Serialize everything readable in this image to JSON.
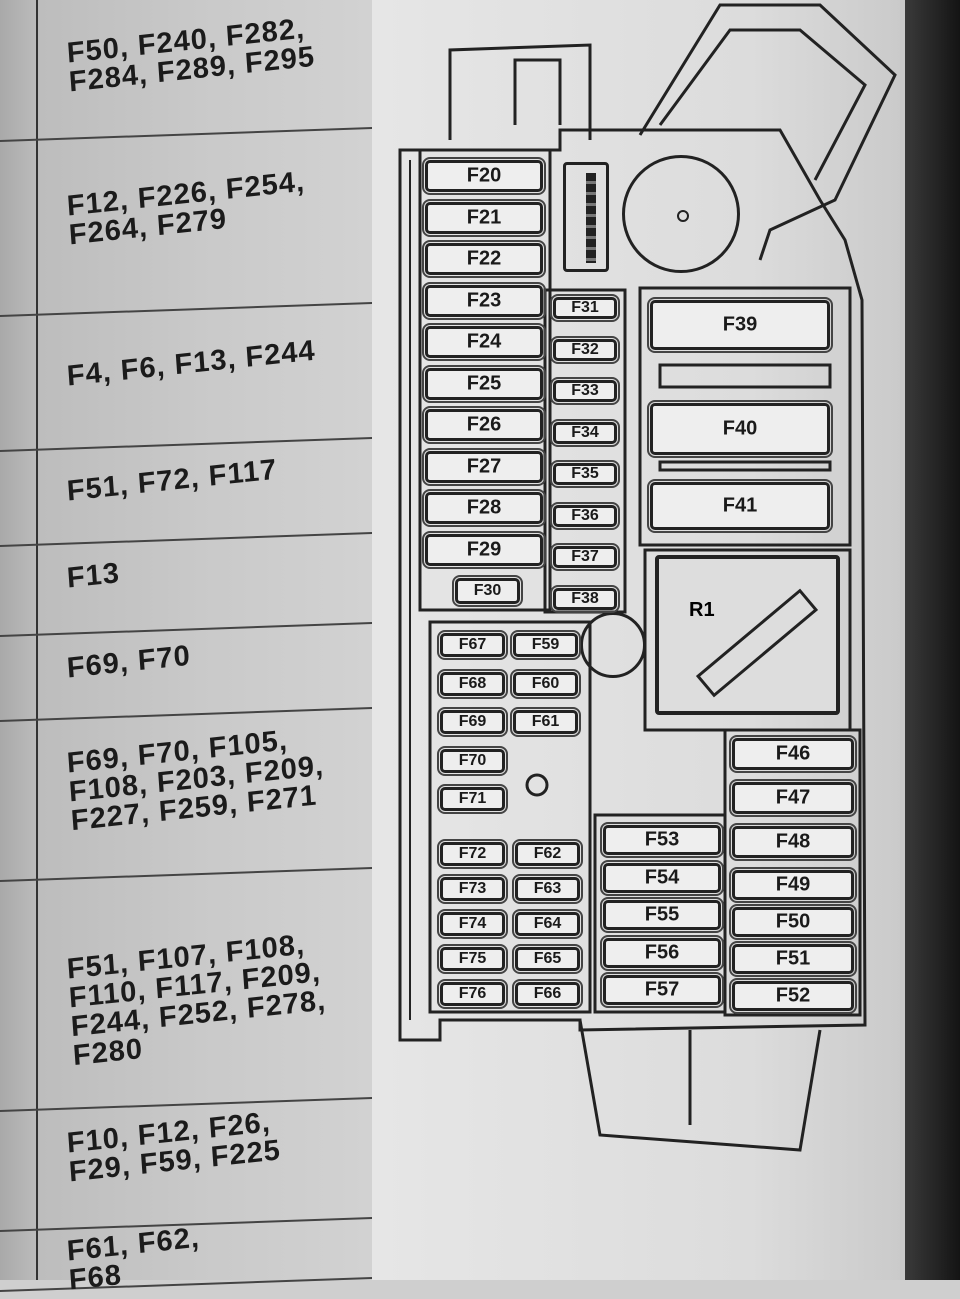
{
  "table": {
    "rows": [
      {
        "text": "F50, F240, F282,\nF284, F289, F295"
      },
      {
        "text": "F12, F226, F254,\nF264, F279"
      },
      {
        "text": "F4, F6, F13, F244"
      },
      {
        "text": "F51, F72, F117"
      },
      {
        "text": "F13"
      },
      {
        "text": "F69, F70"
      },
      {
        "text": "F69, F70, F105,\nF108, F203, F209,\nF227, F259, F271"
      },
      {
        "text": "F51, F107, F108,\nF110, F117, F209,\nF244, F252, F278,\nF280"
      },
      {
        "text": "F10, F12, F26,\nF29, F59, F225"
      },
      {
        "text": "F61, F62,\nF68"
      }
    ]
  },
  "diagram": {
    "relay_label": "R1",
    "fuses": {
      "F20": "F20",
      "F21": "F21",
      "F22": "F22",
      "F23": "F23",
      "F24": "F24",
      "F25": "F25",
      "F26": "F26",
      "F27": "F27",
      "F28": "F28",
      "F29": "F29",
      "F30": "F30",
      "F31": "F31",
      "F32": "F32",
      "F33": "F33",
      "F34": "F34",
      "F35": "F35",
      "F36": "F36",
      "F37": "F37",
      "F38": "F38",
      "F39": "F39",
      "F40": "F40",
      "F41": "F41",
      "F67": "F67",
      "F68": "F68",
      "F69": "F69",
      "F70": "F70",
      "F71": "F71",
      "F59": "F59",
      "F60": "F60",
      "F61": "F61",
      "F72": "F72",
      "F73": "F73",
      "F74": "F74",
      "F75": "F75",
      "F76": "F76",
      "F62": "F62",
      "F63": "F63",
      "F64": "F64",
      "F65": "F65",
      "F66": "F66",
      "F53": "F53",
      "F54": "F54",
      "F55": "F55",
      "F56": "F56",
      "F57": "F57",
      "F46": "F46",
      "F47": "F47",
      "F48": "F48",
      "F49": "F49",
      "F50": "F50",
      "F51": "F51",
      "F52": "F52"
    }
  }
}
